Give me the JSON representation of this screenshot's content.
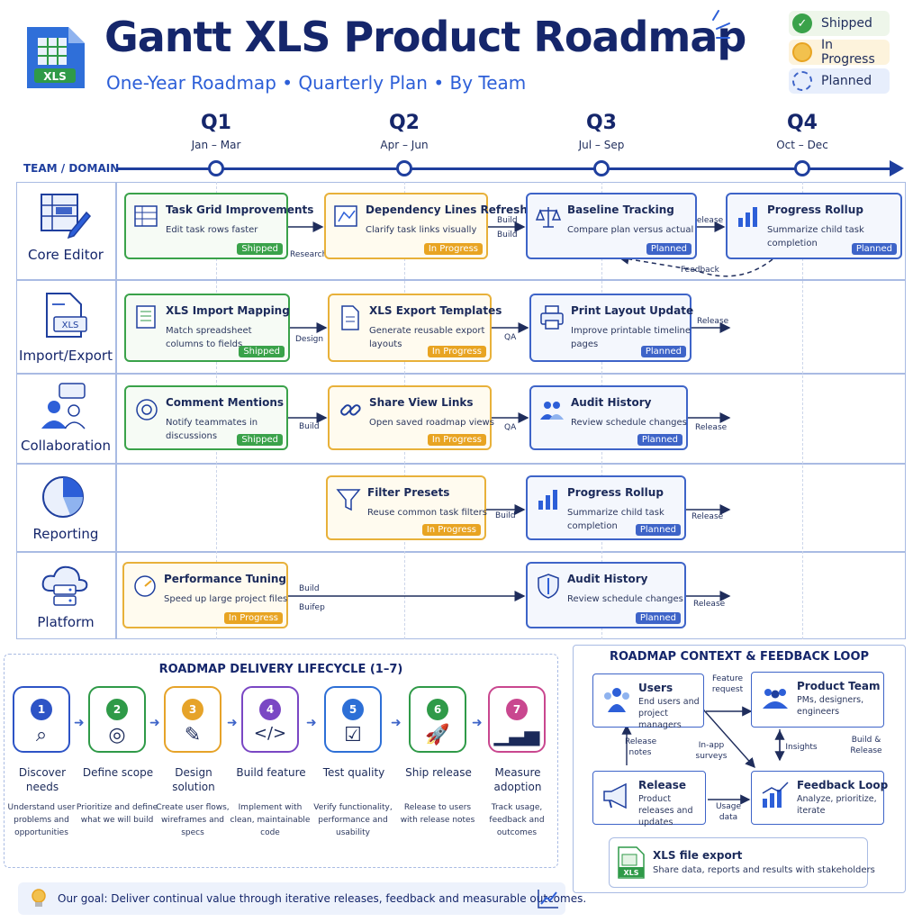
{
  "header": {
    "app_icon_label": "XLS",
    "title": "Gantt XLS Product Roadmap",
    "subtitle": "One-Year Roadmap  •  Quarterly Plan  •  By Team"
  },
  "legend": [
    {
      "label": "Shipped",
      "color": "#3aa24a"
    },
    {
      "label": "In Progress",
      "color": "#e8b13a"
    },
    {
      "label": "Planned",
      "color": "#3e64c8"
    }
  ],
  "timeline": {
    "axis_label": "TEAM / DOMAIN",
    "quarters": [
      {
        "q": "Q1",
        "range": "Jan – Mar"
      },
      {
        "q": "Q2",
        "range": "Apr – Jun"
      },
      {
        "q": "Q3",
        "range": "Jul – Sep"
      },
      {
        "q": "Q4",
        "range": "Oct – Dec"
      }
    ]
  },
  "lanes": [
    {
      "name": "Core Editor",
      "icon": "grid-pencil-icon"
    },
    {
      "name": "Import/Export",
      "icon": "xls-file-icon"
    },
    {
      "name": "Collaboration",
      "icon": "people-chat-icon"
    },
    {
      "name": "Reporting",
      "icon": "pie-chart-icon"
    },
    {
      "name": "Platform",
      "icon": "cloud-server-icon"
    }
  ],
  "tasks": {
    "task_grid": {
      "title": "Task Grid Improvements",
      "desc": "Edit task rows faster",
      "status": "Shipped"
    },
    "dependency_lines": {
      "title": "Dependency Lines Refresh",
      "desc": "Clarify task links visually",
      "status": "In Progress"
    },
    "baseline_tracking": {
      "title": "Baseline Tracking",
      "desc": "Compare plan versus actual",
      "status": "Planned"
    },
    "progress_rollup_core": {
      "title": "Progress Rollup",
      "desc": "Summarize child task completion",
      "status": "Planned"
    },
    "xls_import": {
      "title": "XLS Import Mapping",
      "desc": "Match spreadsheet columns to fields",
      "status": "Shipped"
    },
    "xls_export": {
      "title": "XLS Export Templates",
      "desc": "Generate reusable export layouts",
      "status": "In Progress"
    },
    "print_layout": {
      "title": "Print Layout Update",
      "desc": "Improve printable timeline pages",
      "status": "Planned"
    },
    "comment_mentions": {
      "title": "Comment Mentions",
      "desc": "Notify teammates in discussions",
      "status": "Shipped"
    },
    "share_view": {
      "title": "Share View Links",
      "desc": "Open saved roadmap views",
      "status": "In Progress"
    },
    "audit_history_collab": {
      "title": "Audit History",
      "desc": "Review schedule changes",
      "status": "Planned"
    },
    "filter_presets": {
      "title": "Filter Presets",
      "desc": "Reuse common task filters",
      "status": "In Progress"
    },
    "progress_rollup_report": {
      "title": "Progress Rollup",
      "desc": "Summarize child task completion",
      "status": "Planned"
    },
    "performance_tuning": {
      "title": "Performance Tuning",
      "desc": "Speed up large project files",
      "status": "In Progress"
    },
    "audit_history_platform": {
      "title": "Audit History",
      "desc": "Review schedule changes",
      "status": "Planned"
    }
  },
  "connectors": {
    "research": "Research",
    "build": "Build",
    "release": "Release",
    "feedback": "Feedback",
    "design": "Design",
    "qa": "QA",
    "build_garbled": "Buifep"
  },
  "lifecycle": {
    "title": "ROADMAP DELIVERY LIFECYCLE (1–7)",
    "steps": [
      {
        "num": "1",
        "name": "Discover needs",
        "desc": "Understand user problems and opportunities",
        "color": "#2d54c6",
        "icon": "magnifier-icon"
      },
      {
        "num": "2",
        "name": "Define scope",
        "desc": "Prioritize and define what we will build",
        "color": "#2f9a48",
        "icon": "target-icon"
      },
      {
        "num": "3",
        "name": "Design solution",
        "desc": "Create user flows, wireframes and specs",
        "color": "#e6a329",
        "icon": "pen-icon"
      },
      {
        "num": "4",
        "name": "Build feature",
        "desc": "Implement with clean, maintainable code",
        "color": "#7a47c4",
        "icon": "code-icon"
      },
      {
        "num": "5",
        "name": "Test quality",
        "desc": "Verify functionality, performance and usability",
        "color": "#2d6fd6",
        "icon": "checkbox-icon"
      },
      {
        "num": "6",
        "name": "Ship release",
        "desc": "Release to users with release notes",
        "color": "#2f9a48",
        "icon": "rocket-icon"
      },
      {
        "num": "7",
        "name": "Measure adoption",
        "desc": "Track usage, feedback and outcomes",
        "color": "#c9478f",
        "icon": "bar-chart-icon"
      }
    ]
  },
  "context": {
    "title": "ROADMAP CONTEXT & FEEDBACK LOOP",
    "users": {
      "title": "Users",
      "desc": "End users and project managers"
    },
    "product_team": {
      "title": "Product Team",
      "desc": "PMs, designers, engineers"
    },
    "release": {
      "title": "Release",
      "desc": "Product releases and updates"
    },
    "feedback_loop": {
      "title": "Feedback Loop",
      "desc": "Analyze, prioritize, iterate"
    },
    "labels": {
      "feature_request": "Feature request",
      "release_notes": "Release notes",
      "in_app": "In-app surveys",
      "insights": "Insights",
      "build_release": "Build & Release",
      "usage_data": "Usage data"
    },
    "export": {
      "title": "XLS file export",
      "desc": "Share data, reports and results with stakeholders",
      "icon_label": "XLS"
    }
  },
  "goal": "Our goal: Deliver continual value through iterative releases, feedback and measurable outcomes."
}
